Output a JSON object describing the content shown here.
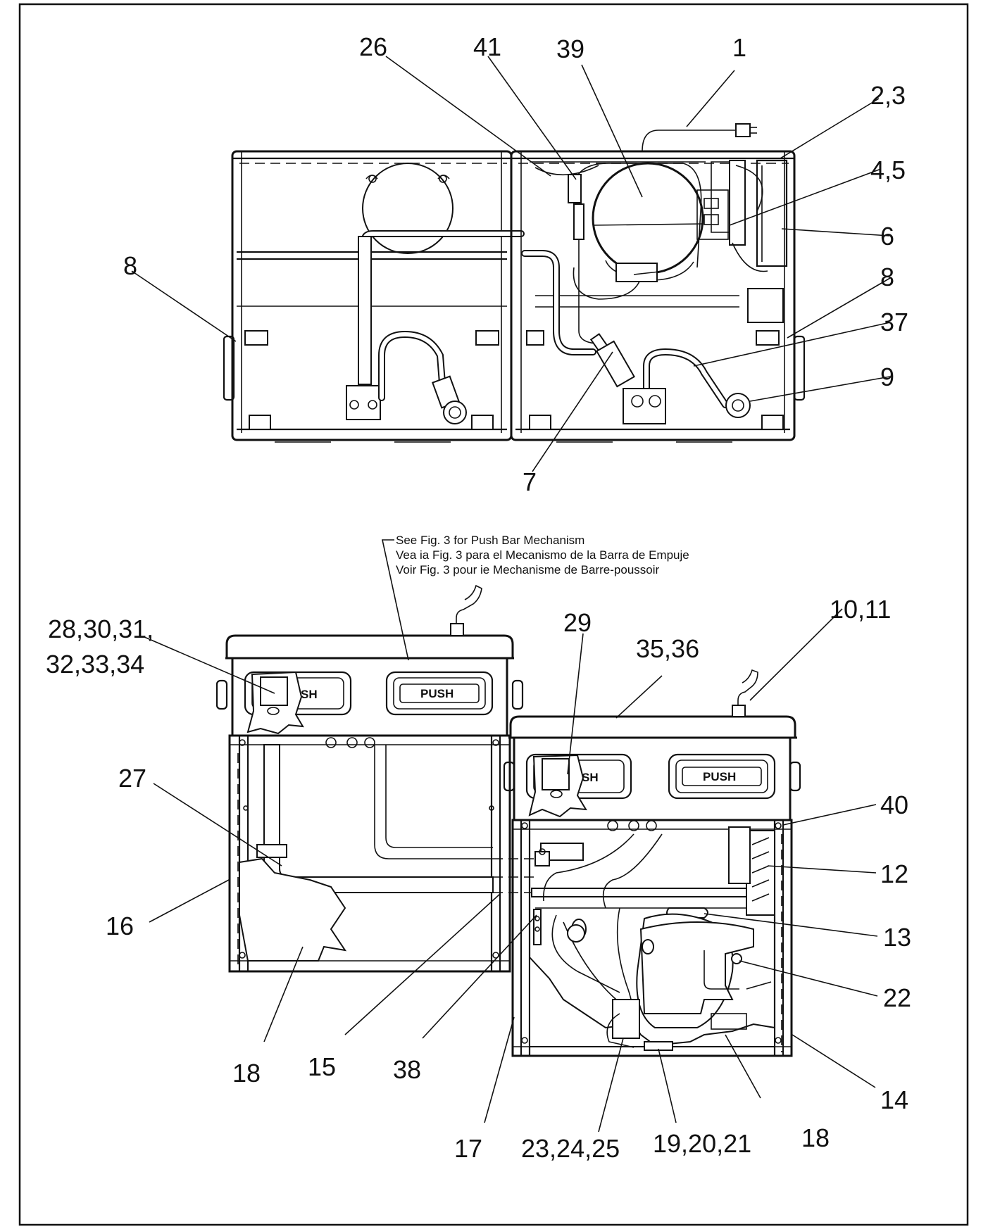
{
  "callouts_top": [
    "26",
    "41",
    "39",
    "1",
    "2,3",
    "4,5",
    "6",
    "8",
    "8",
    "37",
    "9",
    "7"
  ],
  "callouts_bottom": [
    "28,30,31,",
    "32,33,34",
    "29",
    "35,36",
    "10,11",
    "27",
    "40",
    "12",
    "16",
    "13",
    "22",
    "18",
    "15",
    "38",
    "17",
    "23,24,25",
    "19,20,21",
    "18",
    "14"
  ],
  "push_label": "PUSH",
  "push_label_partial": "SH",
  "note": {
    "line1": "See Fig. 3 for Push Bar Mechanism",
    "line2": "Vea ia Fig. 3 para el Mecanismo de la Barra de Empuje",
    "line3": "Voir Fig. 3 pour ie Mechanisme de Barre-poussoir"
  }
}
